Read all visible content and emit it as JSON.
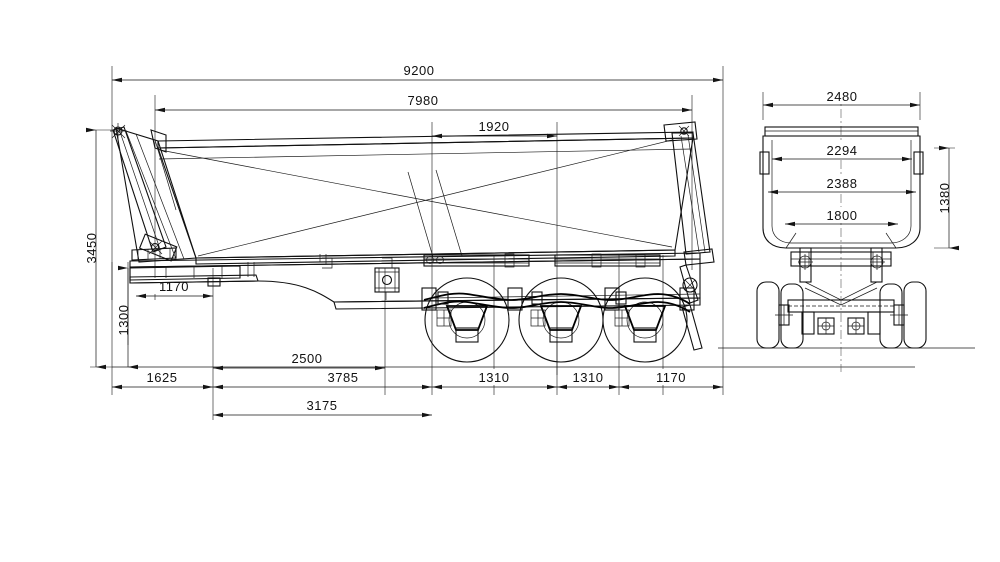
{
  "drawing": {
    "title": "Tipper Semi-Trailer General Arrangement Drawing",
    "views": {
      "side": "side-elevation",
      "rear": "rear-elevation"
    },
    "line_color": "#111111",
    "background_color": "#ffffff"
  },
  "side_view": {
    "name": "side-elevation",
    "dimensions": {
      "overall_length": "9200",
      "body_length": "7980",
      "suspension_span": "1920",
      "overall_height": "3450",
      "coupling_height": "1300",
      "kingpin_setback": "1170",
      "front_overhang": "1625",
      "kingpin_to_axle1": "3785",
      "landing_gear_position": "2500",
      "landing_gear_to_axle": "3175",
      "axle1_to_axle2": "1310",
      "axle2_to_axle3": "1310",
      "rear_overhang": "1170"
    }
  },
  "rear_view": {
    "name": "rear-elevation",
    "dimensions": {
      "overall_width": "2480",
      "body_inner_top_width": "2294",
      "body_mid_width": "2388",
      "body_floor_width": "1800",
      "body_height": "1380"
    }
  },
  "dimension_labels": [
    {
      "id": "dim-9200",
      "value": "9200",
      "view": "side",
      "orientation": "horizontal"
    },
    {
      "id": "dim-7980",
      "value": "7980",
      "view": "side",
      "orientation": "horizontal"
    },
    {
      "id": "dim-1920",
      "value": "1920",
      "view": "side",
      "orientation": "horizontal"
    },
    {
      "id": "dim-3450",
      "value": "3450",
      "view": "side",
      "orientation": "vertical"
    },
    {
      "id": "dim-1300",
      "value": "1300",
      "view": "side",
      "orientation": "vertical"
    },
    {
      "id": "dim-1170f",
      "value": "1170",
      "view": "side",
      "orientation": "horizontal"
    },
    {
      "id": "dim-2500",
      "value": "2500",
      "view": "side",
      "orientation": "horizontal"
    },
    {
      "id": "dim-1625",
      "value": "1625",
      "view": "side",
      "orientation": "horizontal"
    },
    {
      "id": "dim-3785",
      "value": "3785",
      "view": "side",
      "orientation": "horizontal"
    },
    {
      "id": "dim-3175",
      "value": "3175",
      "view": "side",
      "orientation": "horizontal"
    },
    {
      "id": "dim-1310a",
      "value": "1310",
      "view": "side",
      "orientation": "horizontal"
    },
    {
      "id": "dim-1310b",
      "value": "1310",
      "view": "side",
      "orientation": "horizontal"
    },
    {
      "id": "dim-1170r",
      "value": "1170",
      "view": "side",
      "orientation": "horizontal"
    },
    {
      "id": "dim-2480",
      "value": "2480",
      "view": "rear",
      "orientation": "horizontal"
    },
    {
      "id": "dim-2294",
      "value": "2294",
      "view": "rear",
      "orientation": "horizontal"
    },
    {
      "id": "dim-2388",
      "value": "2388",
      "view": "rear",
      "orientation": "horizontal"
    },
    {
      "id": "dim-1800",
      "value": "1800",
      "view": "rear",
      "orientation": "horizontal"
    },
    {
      "id": "dim-1380",
      "value": "1380",
      "view": "rear",
      "orientation": "vertical"
    }
  ],
  "components": {
    "tipper_body": "tipper-body",
    "hydraulic_cylinder": "hydraulic-hoist-cylinder",
    "chassis_frame": "chassis-frame",
    "kingpin_plate": "kingpin-plate",
    "landing_gear": "landing-gear",
    "axles": [
      "axle-1",
      "axle-2",
      "axle-3"
    ],
    "suspension": "leaf-spring-suspension",
    "tailgate": "rear-tailgate",
    "ground_line": "ground-line"
  }
}
